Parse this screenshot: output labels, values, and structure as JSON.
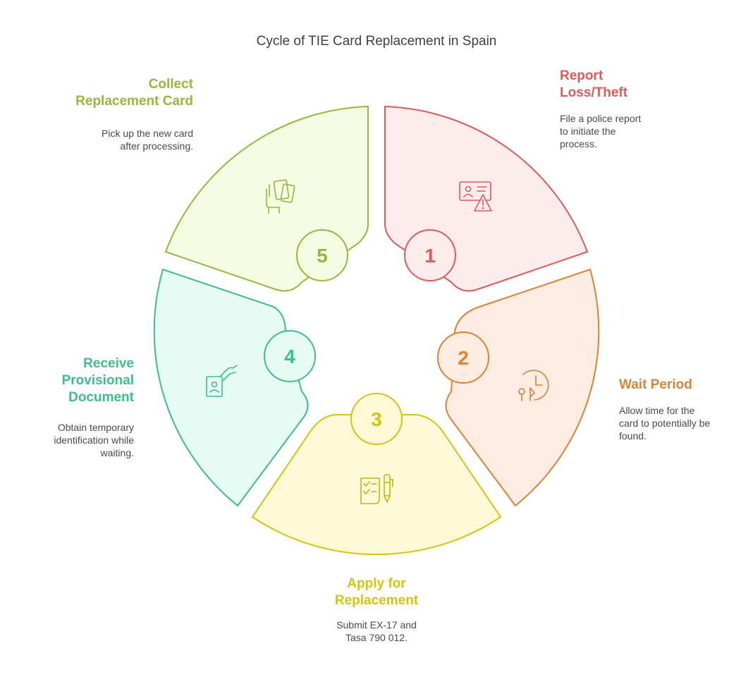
{
  "title": "Cycle of TIE Card Replacement in Spain",
  "steps": [
    {
      "number": "1",
      "title_line1": "Report",
      "title_line2": "Loss/Theft",
      "desc_line1": "File a police report",
      "desc_line2": "to initiate the",
      "desc_line3": "process.",
      "icon": "id-card-warning-icon",
      "color": "#e05a5a",
      "fill": "#fdecec"
    },
    {
      "number": "2",
      "title_line1": "Wait Period",
      "desc_line1": "Allow time for the",
      "desc_line2": "card to potentially be",
      "desc_line3": "found.",
      "icon": "clock-pins-icon",
      "color": "#de8236",
      "fill": "#fdece1"
    },
    {
      "number": "3",
      "title_line1": "Apply for",
      "title_line2": "Replacement",
      "desc_line1": "Submit EX-17 and",
      "desc_line2": "Tasa 790 012.",
      "icon": "checklist-pen-icon",
      "color": "#d6c40f",
      "fill": "#fdf9d6"
    },
    {
      "number": "4",
      "title_line1": "Receive",
      "title_line2": "Provisional",
      "title_line3": "Document",
      "desc_line1": "Obtain temporary",
      "desc_line2": "identification while",
      "desc_line3": "waiting.",
      "icon": "hand-id-document-icon",
      "color": "#3cbf8a",
      "fill": "#e6fbf3"
    },
    {
      "number": "5",
      "title_line1": "Collect",
      "title_line2": "Replacement Card",
      "desc_line1": "Pick up the new card",
      "desc_line2": "after processing.",
      "icon": "hand-cards-icon",
      "color": "#98b83c",
      "fill": "#f3fce2"
    }
  ]
}
